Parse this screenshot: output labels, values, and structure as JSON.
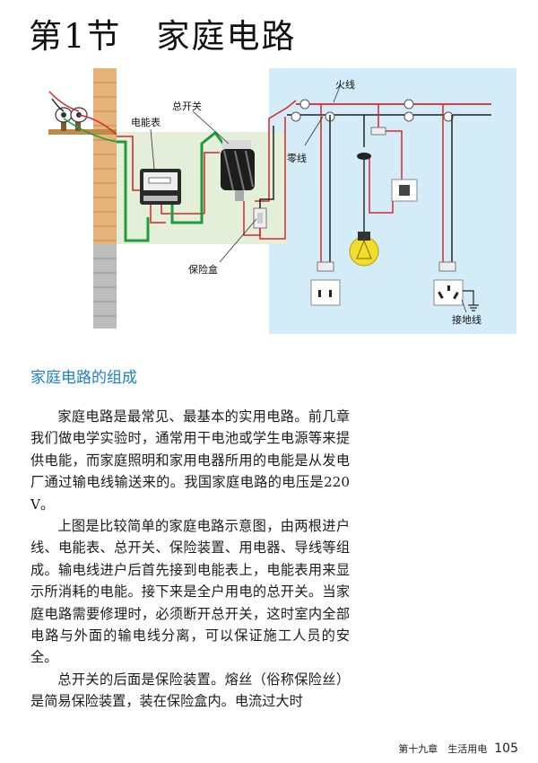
{
  "page_title": "第1节　家庭电路",
  "figure": {
    "labels": {
      "meter": "电能表",
      "main_switch": "总开关",
      "fuse_box": "保险盒",
      "live_wire": "火线",
      "neutral_wire": "零线",
      "ground_wire": "接地线"
    }
  },
  "section_heading": "家庭电路的组成",
  "paragraphs": [
    "家庭电路是最常见、最基本的实用电路。前几章我们做电学实验时，通常用干电池或学生电源等来提供电能，而家庭照明和家用电器所用的电能是从发电厂通过输电线输送来的。我国家庭电路的电压是220 V。",
    "上图是比较简单的家庭电路示意图，由两根进户线、电能表、总开关、保险装置、用电器、导线等组成。输电线进户后首先接到电能表上，电能表用来显示所消耗的电能。接下来是全户用电的总开关。当家庭电路需要修理时，必须断开总开关，这时室内全部电路与外面的输电线分离，可以保证施工人员的安全。",
    "总开关的后面是保险装置。熔丝（俗称保险丝）是简易保险装置，装在保险盒内。电流过大时"
  ],
  "footer": {
    "chapter": "第十九章　生活用电",
    "page_number": "105"
  },
  "colors": {
    "heading_blue": "#1d7ec4",
    "room_blue": "#d4ecf7",
    "panel_green": "#e3efd8",
    "brick": "#e6b37a",
    "live_red": "#d9262e",
    "ground_green": "#1f9b3a"
  }
}
